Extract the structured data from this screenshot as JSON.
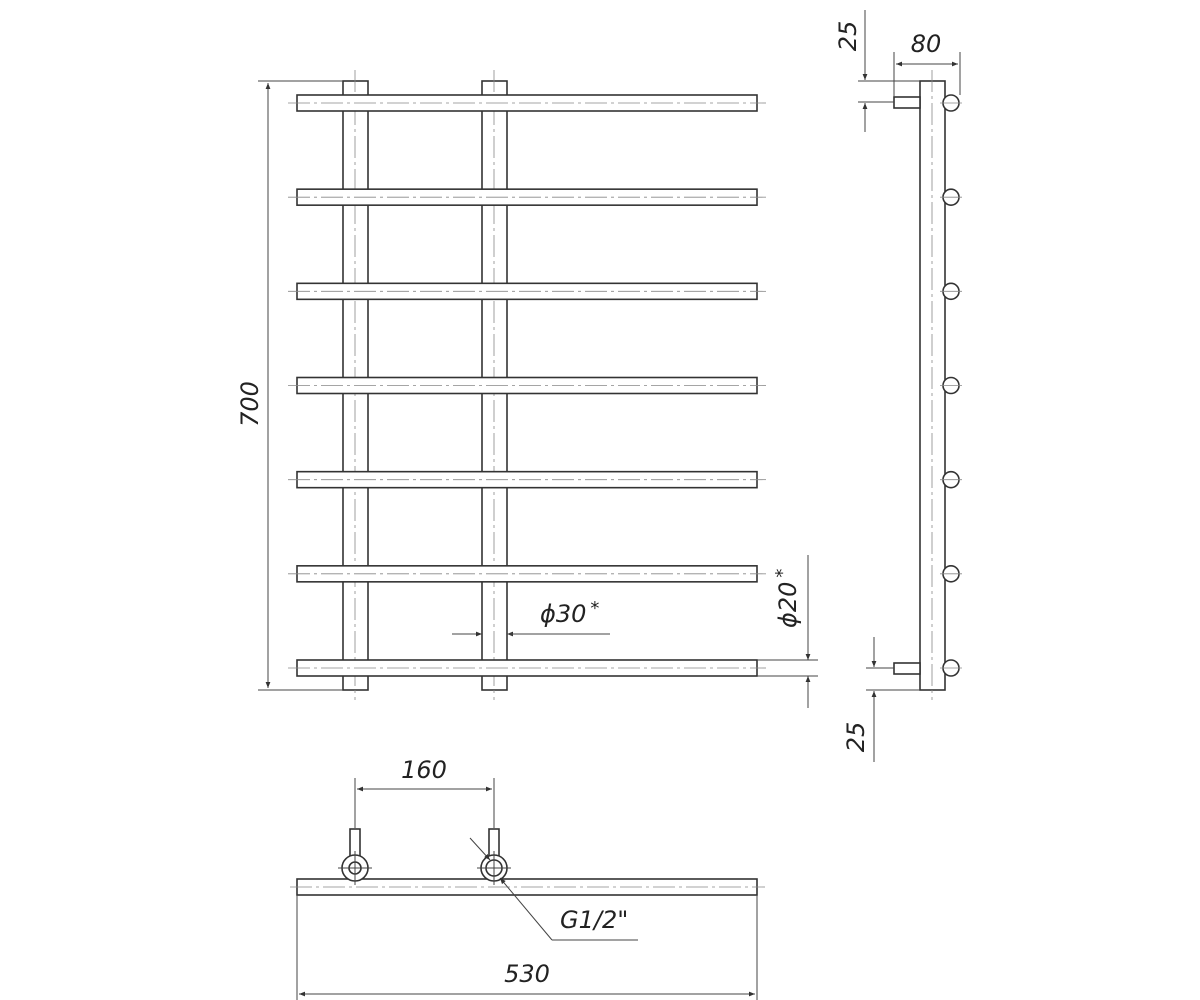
{
  "drawing": {
    "dimensions": {
      "height": "700",
      "width": "530",
      "spacing": "160",
      "depth": "80",
      "offset_top": "25",
      "offset_bottom": "25",
      "vertical_pipe_diameter": "ϕ30",
      "vertical_pipe_mark": "*",
      "rung_diameter": "ϕ20",
      "rung_mark": "*",
      "thread": "G1/2\""
    },
    "rung_count": 7
  }
}
